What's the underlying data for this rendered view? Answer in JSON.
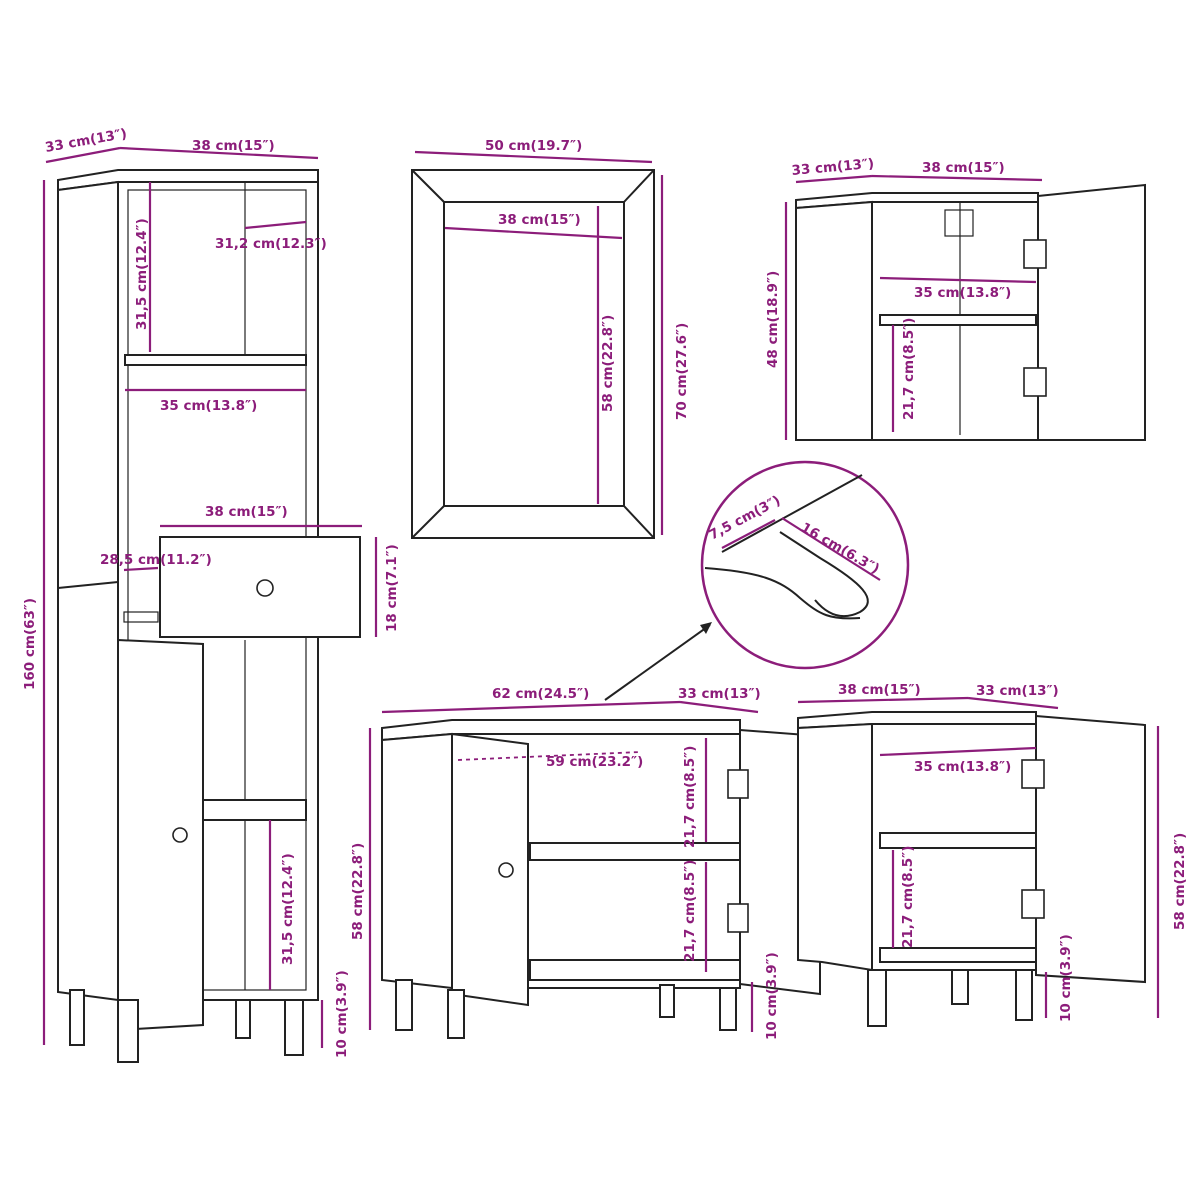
{
  "labels": {
    "tall_depth": "33 cm(13″)",
    "tall_width": "38 cm(15″)",
    "tall_shelf_depth": "31,2 cm(12.3″)",
    "tall_top_height": "31,5 cm(12.4″)",
    "tall_inner_width": "35 cm(13.8″)",
    "tall_drawer_width": "38 cm(15″)",
    "tall_drawer_depth": "28,5 cm(11.2″)",
    "tall_drawer_height": "18 cm(7.1″)",
    "tall_total_height": "160 cm(63″)",
    "tall_bottom_height": "31,5 cm(12.4″)",
    "tall_leg_height": "10 cm(3.9″)",
    "mirror_width": "50 cm(19.7″)",
    "mirror_inner_width": "38 cm(15″)",
    "mirror_inner_height": "58 cm(22.8″)",
    "mirror_height": "70 cm(27.6″)",
    "wall_depth": "33 cm(13″)",
    "wall_width": "38 cm(15″)",
    "wall_inner_width": "35 cm(13.8″)",
    "wall_height": "48 cm(18.9″)",
    "wall_shelf_height": "21,7 cm(8.5″)",
    "detail_left": "7,5 cm(3″)",
    "detail_right": "16 cm(6.3″)",
    "sink_width": "62 cm(24.5″)",
    "sink_depth": "33 cm(13″)",
    "sink_inner_width": "59 cm(23.2″)",
    "sink_shelf_top": "21,7 cm(8.5″)",
    "sink_shelf_bottom": "21,7 cm(8.5″)",
    "sink_height": "58 cm(22.8″)",
    "sink_leg_height": "10 cm(3.9″)",
    "side_width": "38 cm(15″)",
    "side_depth": "33 cm(13″)",
    "side_inner_width": "35 cm(13.8″)",
    "side_shelf_height": "21,7 cm(8.5″)",
    "side_height": "58 cm(22.8″)",
    "side_leg_height": "10 cm(3.9″)"
  },
  "colors": {
    "dimension": "#8c1d7a",
    "line": "#222222"
  }
}
